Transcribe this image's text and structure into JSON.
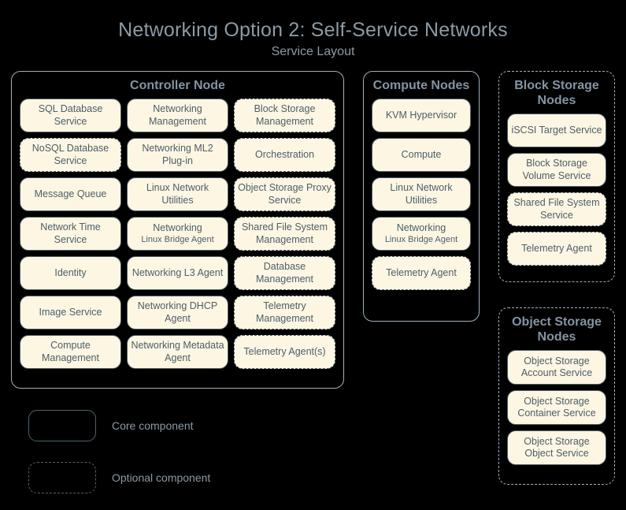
{
  "header": {
    "title": "Networking Option 2: Self-Service Networks",
    "subtitle": "Service Layout"
  },
  "colors": {
    "background": "#000000",
    "title_text": "#8c9aa6",
    "group_border": "#9fb0bd",
    "service_fill": "#fdf6e3",
    "service_border": "#4d5e68",
    "service_text": "#4d5e68"
  },
  "groups": {
    "controller": {
      "title": "Controller Node",
      "style": "solid",
      "columns": [
        [
          {
            "label": "SQL Database Service",
            "style": "solid"
          },
          {
            "label": "NoSQL Database Service",
            "style": "dashed"
          },
          {
            "label": "Message Queue",
            "style": "solid"
          },
          {
            "label": "Network Time Service",
            "style": "solid"
          },
          {
            "label": "Identity",
            "style": "solid"
          },
          {
            "label": "Image Service",
            "style": "solid"
          },
          {
            "label": "Compute Management",
            "style": "solid"
          }
        ],
        [
          {
            "label": "Networking Management",
            "style": "solid"
          },
          {
            "label": "Networking ML2 Plug-in",
            "style": "solid"
          },
          {
            "label": "Linux Network Utilities",
            "style": "solid"
          },
          {
            "label": "Networking",
            "sub": "Linux Bridge Agent",
            "style": "solid"
          },
          {
            "label": "Networking L3 Agent",
            "style": "solid"
          },
          {
            "label": "Networking DHCP Agent",
            "style": "solid"
          },
          {
            "label": "Networking Metadata Agent",
            "style": "solid"
          }
        ],
        [
          {
            "label": "Block Storage Management",
            "style": "dashed"
          },
          {
            "label": "Orchestration",
            "style": "dashed"
          },
          {
            "label": "Object Storage Proxy Service",
            "style": "dashed"
          },
          {
            "label": "Shared File System Management",
            "style": "dashed"
          },
          {
            "label": "Database Management",
            "style": "dashed"
          },
          {
            "label": "Telemetry Management",
            "style": "dashed"
          },
          {
            "label": "Telemetry Agent(s)",
            "style": "dashed"
          }
        ]
      ]
    },
    "compute": {
      "title": "Compute Nodes",
      "style": "solid",
      "items": [
        {
          "label": "KVM Hypervisor",
          "style": "solid"
        },
        {
          "label": "Compute",
          "style": "solid"
        },
        {
          "label": "Linux Network Utilities",
          "style": "solid"
        },
        {
          "label": "Networking",
          "sub": "Linux Bridge Agent",
          "style": "solid"
        },
        {
          "label": "Telemetry Agent",
          "style": "dashed"
        }
      ]
    },
    "block_storage": {
      "title": "Block Storage Nodes",
      "style": "dashed",
      "items": [
        {
          "label": "iSCSI Target Service",
          "style": "solid"
        },
        {
          "label": "Block Storage Volume Service",
          "style": "solid"
        },
        {
          "label": "Shared File System Service",
          "style": "dashed"
        },
        {
          "label": "Telemetry Agent",
          "style": "dashed"
        }
      ]
    },
    "object_storage": {
      "title": "Object Storage Nodes",
      "style": "dashed",
      "items": [
        {
          "label": "Object Storage Account Service",
          "style": "solid"
        },
        {
          "label": "Object Storage Container Service",
          "style": "solid"
        },
        {
          "label": "Object Storage Object Service",
          "style": "solid"
        }
      ]
    }
  },
  "legend": {
    "core_label": "Core component",
    "optional_label": "Optional component"
  }
}
